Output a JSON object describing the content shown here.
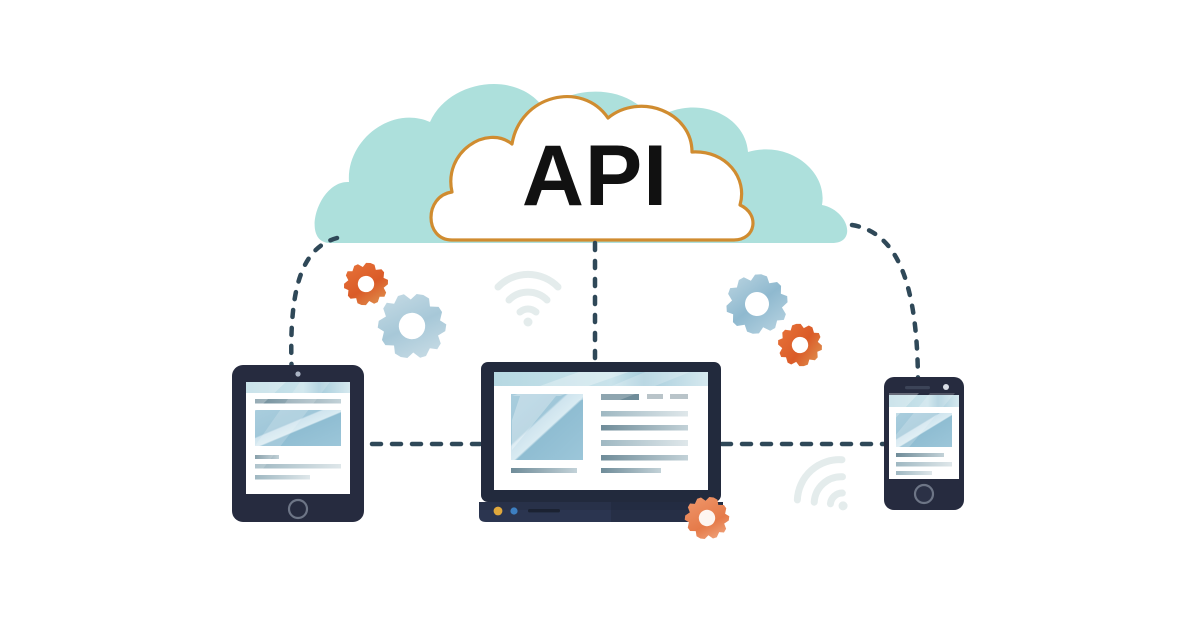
{
  "illustration": {
    "title": "API cloud connectivity diagram",
    "background_color": "#ffffff",
    "cloud": {
      "back_cloud_label": "back-cloud",
      "back_cloud_color": "#ade0dc",
      "front_cloud_label": "front-cloud",
      "front_cloud_fill": "#ffffff",
      "front_cloud_stroke": "#d08c30",
      "text": "API",
      "text_color": "#111111"
    },
    "devices": [
      {
        "id": "tablet",
        "name": "tablet-device",
        "body_color": "#262b3f",
        "screen_color": "#ffffff",
        "accent_color": "#a8cfdd",
        "has_home_button": true,
        "has_camera_dot": true
      },
      {
        "id": "laptop",
        "name": "laptop-device",
        "body_color": "#222a3d",
        "screen_color": "#ffffff",
        "accent_color": "#a8cfdd",
        "base_color": "#2b3550",
        "indicator_dots": [
          "#e0a83c",
          "#3d7fc1"
        ]
      },
      {
        "id": "phone",
        "name": "phone-device",
        "body_color": "#262b3f",
        "screen_color": "#ffffff",
        "accent_color": "#a8cfdd",
        "has_home_button": true,
        "has_camera_dot": true,
        "has_speaker": true
      }
    ],
    "gears": [
      {
        "name": "gear-orange-small-left",
        "color": "#e0622c",
        "teeth": 8
      },
      {
        "name": "gear-blue-large-left",
        "color": "#b9d2dd",
        "teeth": 8
      },
      {
        "name": "gear-blue-large-right",
        "color": "#8cb8cd",
        "teeth": 8
      },
      {
        "name": "gear-orange-small-right",
        "color": "#d9562a",
        "teeth": 8
      },
      {
        "name": "gear-orange-laptop",
        "color": "#e8825a",
        "teeth": 8
      }
    ],
    "wifi_icons": [
      {
        "name": "wifi-icon-center",
        "color": "#e3eaea",
        "arcs": 3,
        "rotation": 0
      },
      {
        "name": "wifi-icon-right",
        "color": "#e3eaea",
        "arcs": 3,
        "rotation": 45
      }
    ],
    "connectors": [
      {
        "name": "connector-cloud-to-tablet",
        "style": "dashed-curve",
        "color": "#2f4858"
      },
      {
        "name": "connector-cloud-to-laptop",
        "style": "dashed-vertical",
        "color": "#2f4858"
      },
      {
        "name": "connector-cloud-to-phone",
        "style": "dashed-curve",
        "color": "#2f4858"
      },
      {
        "name": "connector-tablet-to-laptop",
        "style": "dashed-horizontal",
        "color": "#2f4858"
      },
      {
        "name": "connector-laptop-to-phone",
        "style": "dashed-horizontal",
        "color": "#2f4858"
      }
    ],
    "palette": {
      "teal": "#ade0dc",
      "orange_outline": "#d08c30",
      "device_navy": "#262b3f",
      "screen_blue": "#a8cfdd",
      "dash_slate": "#2f4858",
      "text_gray": "#b9c4c9"
    }
  }
}
